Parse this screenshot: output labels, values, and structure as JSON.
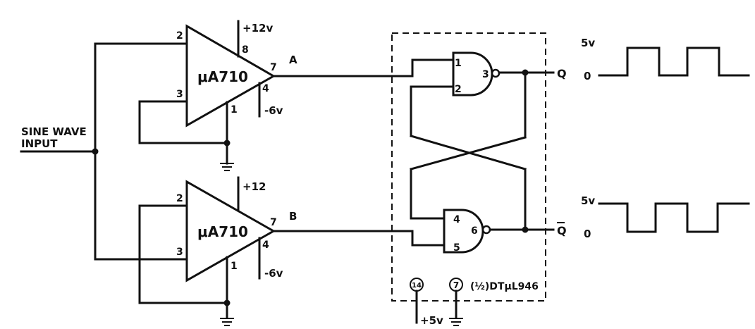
{
  "input": {
    "label_line1": "SINE WAVE",
    "label_line2": "INPUT"
  },
  "amp_top": {
    "name": "μA710",
    "pin_inv": "2",
    "pin_noninv": "3",
    "pin_vplus": "8",
    "pin_vminus": "4",
    "pin_gnd": "1",
    "pin_out": "7",
    "vplus_label": "+12v",
    "vminus_label": "-6v",
    "node_label": "A"
  },
  "amp_bottom": {
    "name": "μA710",
    "pin_inv": "2",
    "pin_noninv": "3",
    "pin_vminus": "4",
    "pin_gnd": "1",
    "pin_out": "7",
    "vplus_label": "+12",
    "vminus_label": "-6v",
    "node_label": "B"
  },
  "gate_top": {
    "pin_a": "1",
    "pin_b": "2",
    "pin_out": "3"
  },
  "gate_bottom": {
    "pin_a": "4",
    "pin_b": "5",
    "pin_out": "6"
  },
  "package": {
    "pin_vcc": "14",
    "pin_gnd": "7",
    "part_label": "(½)DTμL946",
    "vcc_label": "+5v"
  },
  "outputs": {
    "q_label": "Q",
    "qbar_label": "Q",
    "q_high": "5v",
    "q_low": "0",
    "qbar_high": "5v",
    "qbar_low": "0"
  },
  "colors": {
    "ink": "#111111",
    "background": "#ffffff"
  }
}
